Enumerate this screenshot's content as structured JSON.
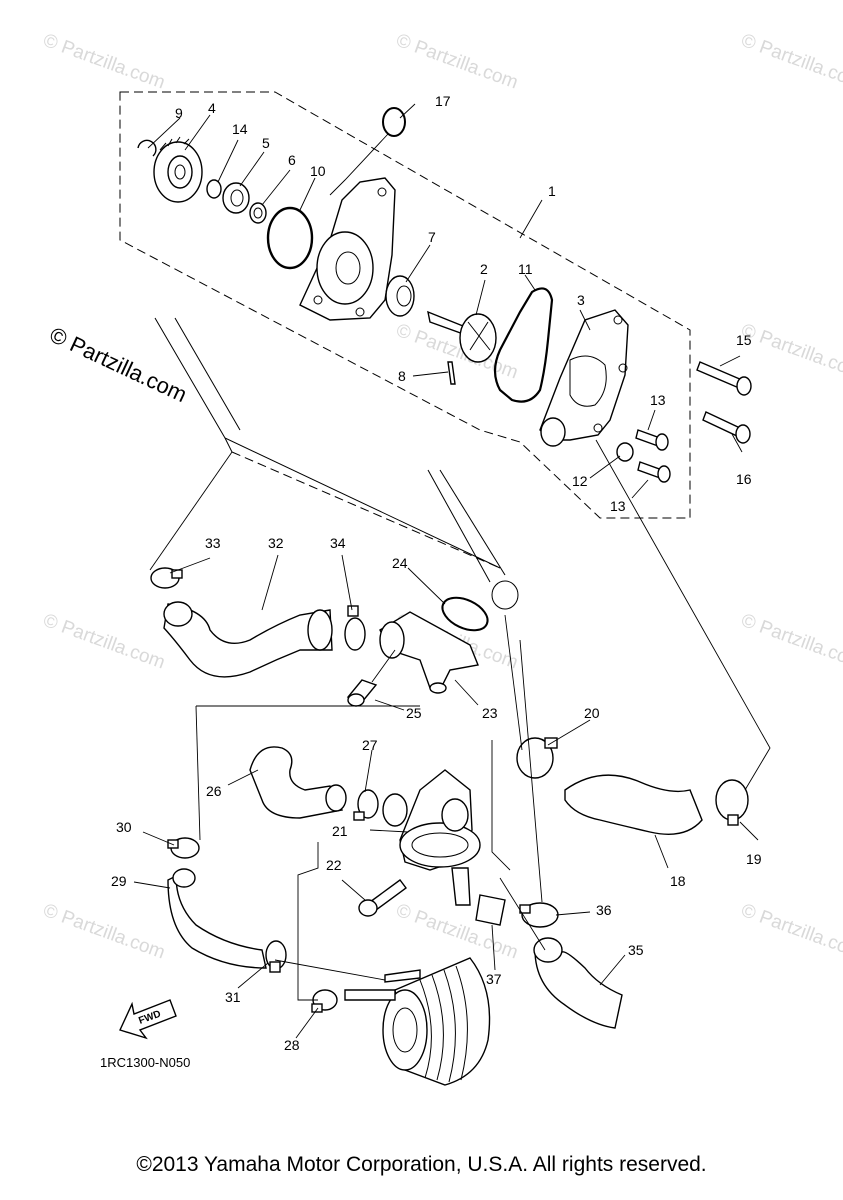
{
  "watermark": "© Partzilla.com",
  "diagram_code": "1RC1300-N050",
  "fwd_label": "FWD",
  "copyright": "©2013 Yamaha Motor Corporation, U.S.A. All rights reserved.",
  "callouts": [
    "1",
    "2",
    "3",
    "4",
    "5",
    "6",
    "7",
    "8",
    "9",
    "10",
    "11",
    "12",
    "13",
    "13",
    "14",
    "15",
    "16",
    "17",
    "18",
    "19",
    "20",
    "21",
    "22",
    "23",
    "24",
    "25",
    "26",
    "27",
    "28",
    "29",
    "30",
    "31",
    "32",
    "33",
    "34",
    "35",
    "36",
    "37"
  ]
}
